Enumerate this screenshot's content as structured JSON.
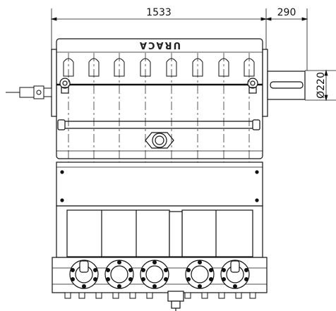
{
  "dimensions": {
    "body_length": "1533",
    "shaft_length": "290",
    "shaft_diameter": "Ø220"
  },
  "brand": "URACA"
}
